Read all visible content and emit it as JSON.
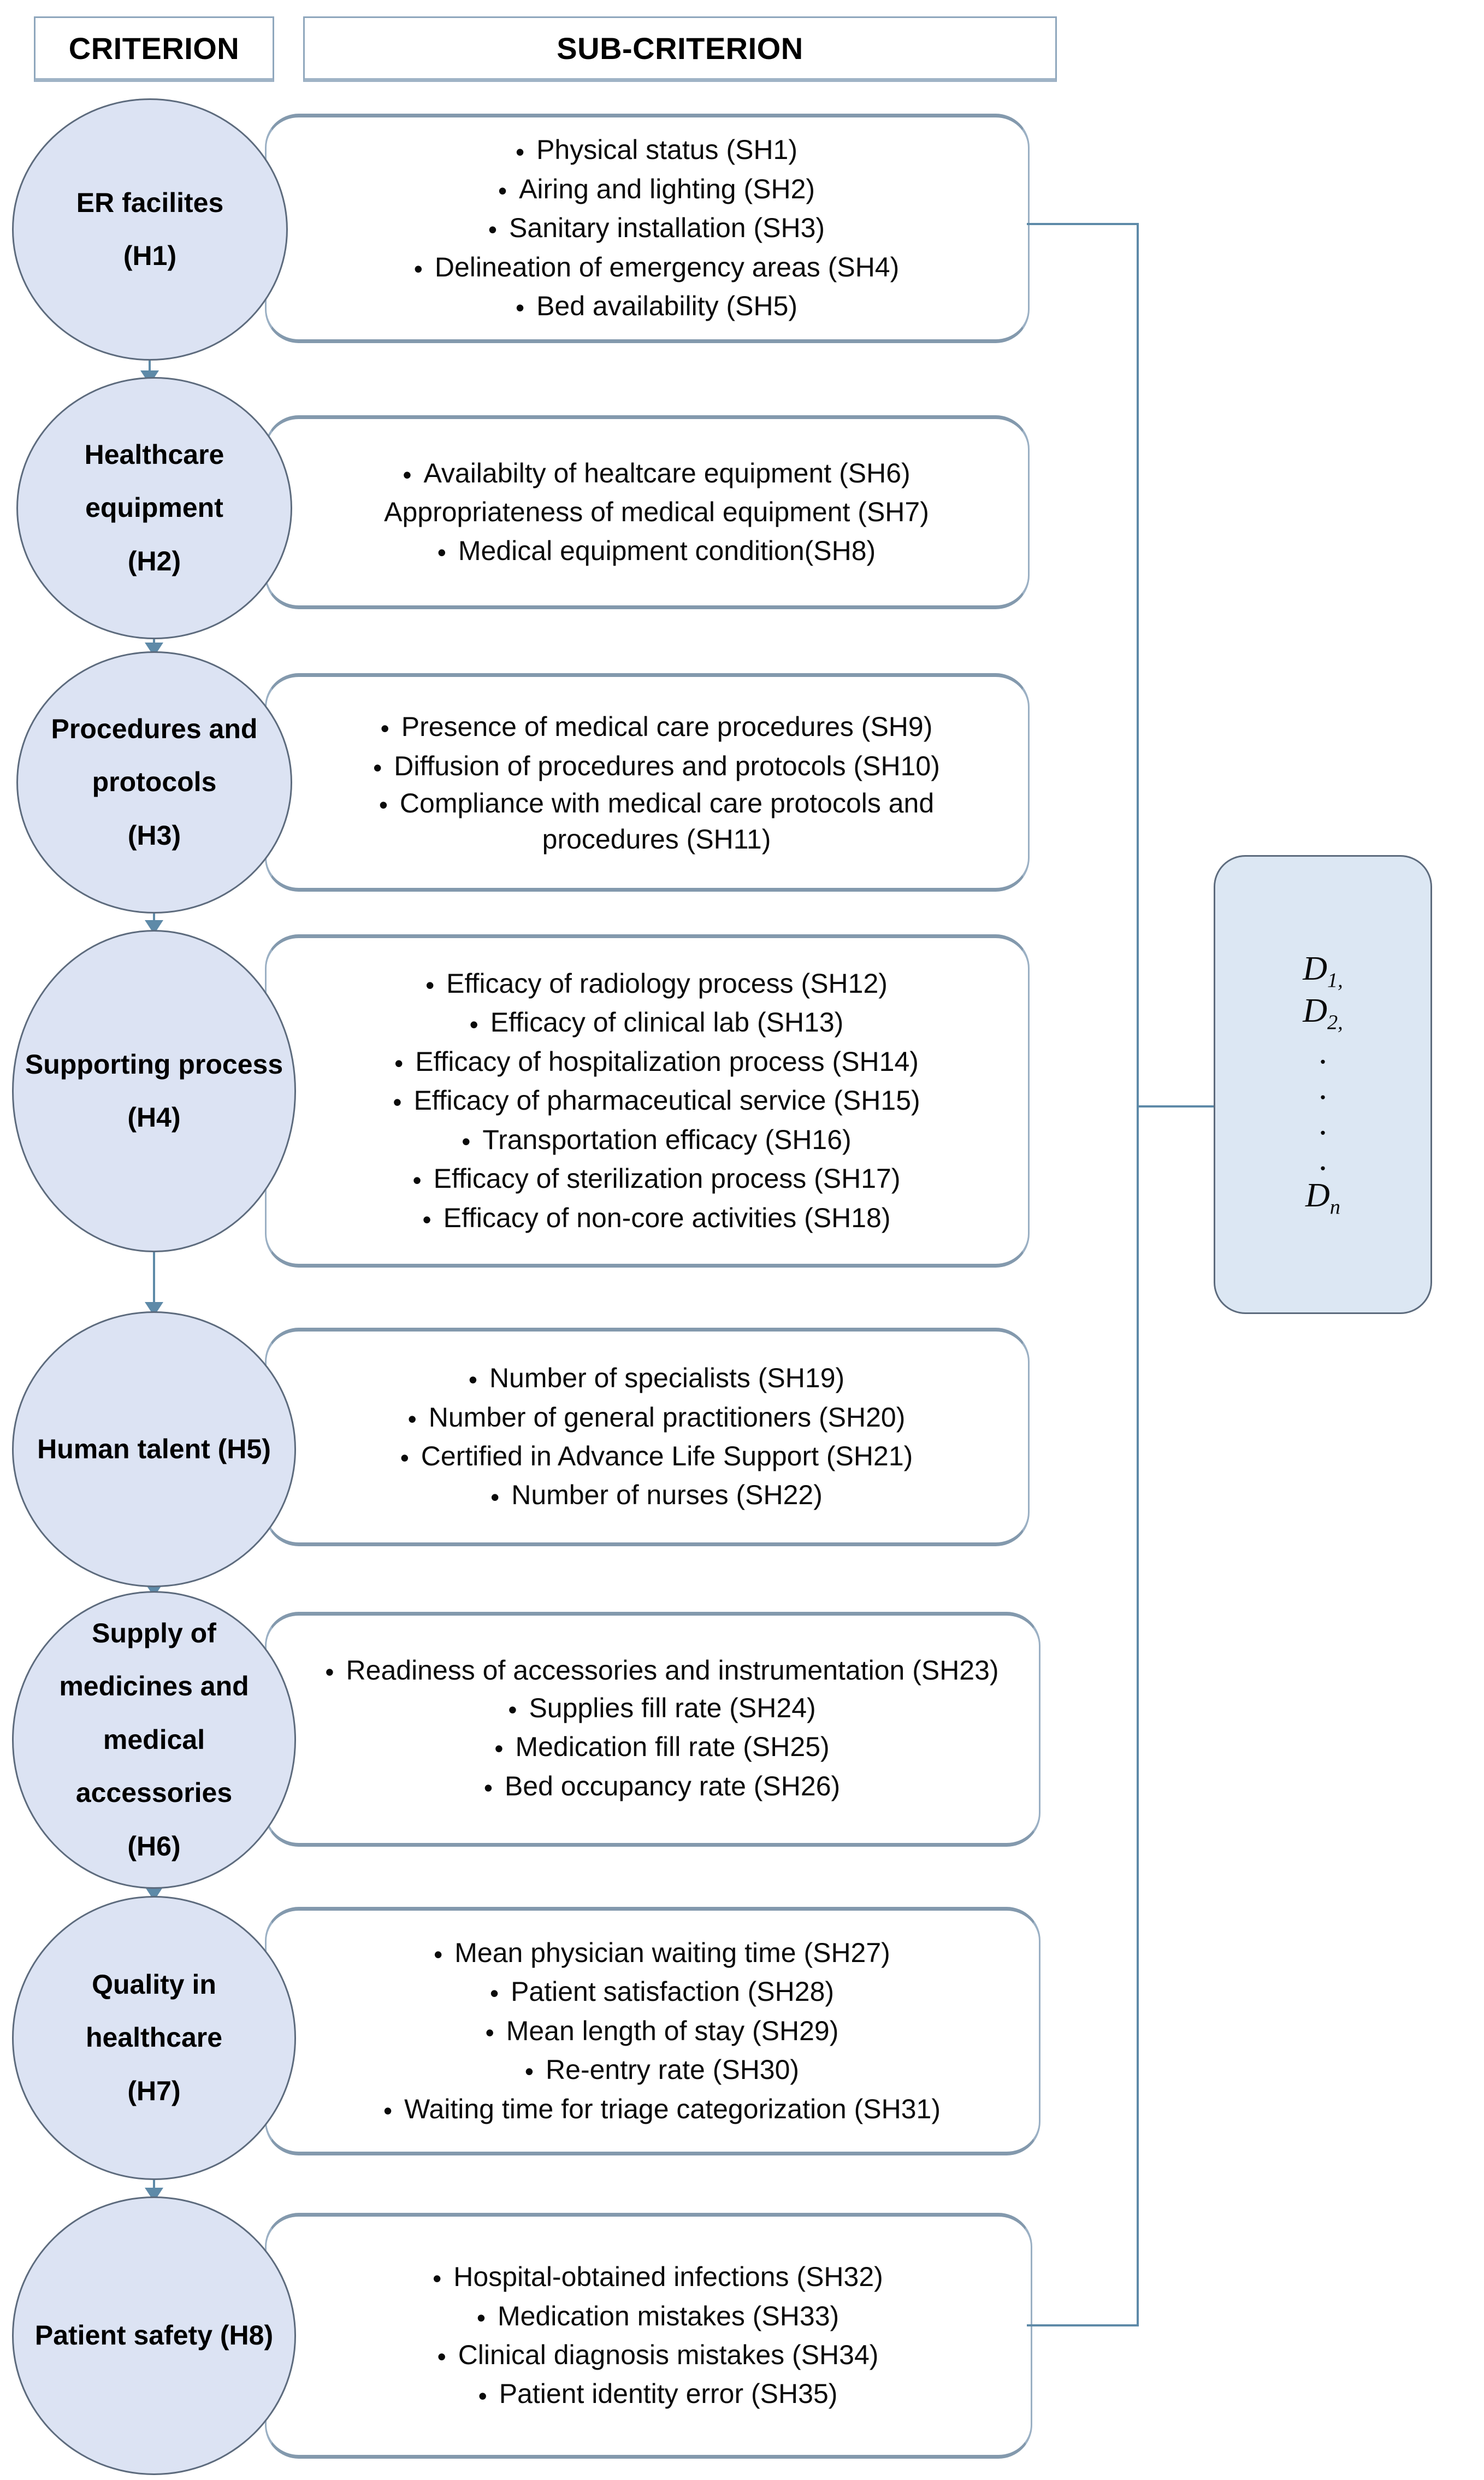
{
  "header": {
    "criterion_label": "CRITERION",
    "sub_criterion_label": "SUB-CRITERION"
  },
  "colors": {
    "ellipse_fill": "#dce3f3",
    "ellipse_border": "#5d6b7d",
    "panel_border": "#8399ad",
    "connector": "#5e8aa8",
    "decision_fill": "#dce7f3",
    "page_background": "#ffffff"
  },
  "criteria": [
    {
      "id": "H1",
      "name": "ER facilites",
      "code": "(H1)",
      "sub_criteria": [
        {
          "text": "Physical status (SH1)",
          "bullet": true
        },
        {
          "text": "Airing and lighting (SH2)",
          "bullet": true
        },
        {
          "text": "Sanitary installation (SH3)",
          "bullet": true
        },
        {
          "text": "Delineation of emergency areas (SH4)",
          "bullet": true
        },
        {
          "text": "Bed availability (SH5)",
          "bullet": true
        }
      ]
    },
    {
      "id": "H2",
      "name": "Healthcare equipment",
      "code": "(H2)",
      "sub_criteria": [
        {
          "text": "Availabilty of healtcare equipment (SH6)",
          "bullet": true
        },
        {
          "text": "Appropriateness of medical equipment (SH7)",
          "bullet": false
        },
        {
          "text": "Medical equipment condition(SH8)",
          "bullet": true
        }
      ]
    },
    {
      "id": "H3",
      "name": "Procedures and protocols",
      "code": "(H3)",
      "sub_criteria": [
        {
          "text": "Presence of medical care procedures (SH9)",
          "bullet": true
        },
        {
          "text": "Diffusion of procedures and protocols (SH10)",
          "bullet": true
        },
        {
          "text": "Compliance with medical care protocols and procedures (SH11)",
          "bullet": true,
          "wrap": true
        }
      ]
    },
    {
      "id": "H4",
      "name": "Supporting process",
      "code": "(H4)",
      "sub_criteria": [
        {
          "text": "Efficacy of radiology process (SH12)",
          "bullet": true
        },
        {
          "text": "Efficacy of clinical lab (SH13)",
          "bullet": true
        },
        {
          "text": "Efficacy of hospitalization process (SH14)",
          "bullet": true
        },
        {
          "text": "Efficacy of pharmaceutical service (SH15)",
          "bullet": true
        },
        {
          "text": "Transportation efficacy (SH16)",
          "bullet": true
        },
        {
          "text": "Efficacy of sterilization process (SH17)",
          "bullet": true
        },
        {
          "text": "Efficacy of non-core activities (SH18)",
          "bullet": true
        }
      ]
    },
    {
      "id": "H5",
      "name": "Human talent (H5)",
      "code": "",
      "sub_criteria": [
        {
          "text": "Number of specialists (SH19)",
          "bullet": true
        },
        {
          "text": "Number of general practitioners (SH20)",
          "bullet": true
        },
        {
          "text": "Certified in Advance Life Support (SH21)",
          "bullet": true
        },
        {
          "text": "Number of nurses (SH22)",
          "bullet": true
        }
      ]
    },
    {
      "id": "H6",
      "name": "Supply of medicines and medical accessories",
      "code": "(H6)",
      "sub_criteria": [
        {
          "text": "Readiness of accessories and instrumentation (SH23)",
          "bullet": true,
          "wrap": true
        },
        {
          "text": "Supplies fill rate (SH24)",
          "bullet": true
        },
        {
          "text": "Medication fill rate (SH25)",
          "bullet": true
        },
        {
          "text": "Bed occupancy rate (SH26)",
          "bullet": true
        }
      ]
    },
    {
      "id": "H7",
      "name": "Quality in healthcare",
      "code": "(H7)",
      "sub_criteria": [
        {
          "text": "Mean physician waiting time (SH27)",
          "bullet": true
        },
        {
          "text": "Patient satisfaction (SH28)",
          "bullet": true
        },
        {
          "text": "Mean length of stay  (SH29)",
          "bullet": true
        },
        {
          "text": "Re-entry rate (SH30)",
          "bullet": true
        },
        {
          "text": "Waiting time for triage categorization (SH31)",
          "bullet": true
        }
      ]
    },
    {
      "id": "H8",
      "name": "Patient safety (H8)",
      "code": "",
      "sub_criteria": [
        {
          "text": "Hospital-obtained infections (SH32)",
          "bullet": true
        },
        {
          "text": "Medication mistakes (SH33)",
          "bullet": true
        },
        {
          "text": "Clinical diagnosis mistakes (SH34)",
          "bullet": true
        },
        {
          "text": "Patient identity error (SH35)",
          "bullet": true
        }
      ]
    }
  ],
  "decision_box": {
    "terms": [
      "D1,",
      "D2,",
      "Dn"
    ],
    "term_base": [
      "D",
      "D",
      "D"
    ],
    "term_sub": [
      "1,",
      "2,",
      "n"
    ],
    "ellipsis_dots": 4
  },
  "bullet_glyph": "•"
}
